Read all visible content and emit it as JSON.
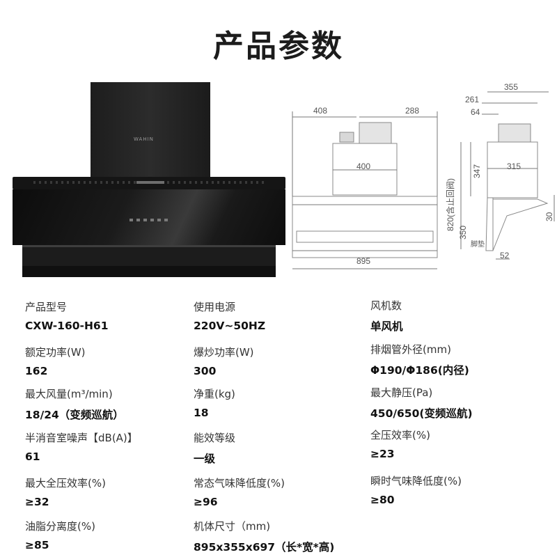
{
  "page": {
    "title": "产品参数"
  },
  "product_image": {
    "brand": "WAHIN"
  },
  "drawing": {
    "front": {
      "dim_left": "408",
      "dim_right": "288",
      "dim_inner": "400",
      "dim_width": "895",
      "dim_height_total": "820(含止回阀)",
      "dim_lower": "350"
    },
    "side": {
      "dim_depth": "355",
      "dim_offset_1": "261",
      "dim_offset_2": "64",
      "dim_chimney": "315",
      "dim_height": "347",
      "dim_tip": "30",
      "dim_foot": "52",
      "foot_label": "脚垫"
    }
  },
  "specs": [
    {
      "label": "产品型号",
      "value": "CXW-160-H61"
    },
    {
      "label": "使用电源",
      "value": "220V~50HZ"
    },
    {
      "label": "风机数",
      "value": "单风机"
    },
    {
      "label": "额定功率(W)",
      "value": "162"
    },
    {
      "label": "爆炒功率(W)",
      "value": "300"
    },
    {
      "label": "排烟管外径(mm)",
      "value": "Φ190/Φ186(内径)"
    },
    {
      "label": "最大风量(m³/min)",
      "value": "18/24（变频巡航）"
    },
    {
      "label": "净重(kg)",
      "value": "18"
    },
    {
      "label": "最大静压(Pa)",
      "value": "450/650(变频巡航)"
    },
    {
      "label": "半消音室噪声【dB(A)】",
      "value": "61"
    },
    {
      "label": "能效等级",
      "value": "一级"
    },
    {
      "label": "全压效率(%)",
      "value": "≥23"
    },
    {
      "label": "最大全压效率(%)",
      "value": "≥32"
    },
    {
      "label": "常态气味降低度(%)",
      "value": "≥96"
    },
    {
      "label": "瞬时气味降低度(%)",
      "value": "≥80"
    },
    {
      "label": "油脂分离度(%)",
      "value": "≥85"
    },
    {
      "label": "机体尺寸（mm)",
      "value": "895x355x697（长*宽*高)"
    }
  ]
}
